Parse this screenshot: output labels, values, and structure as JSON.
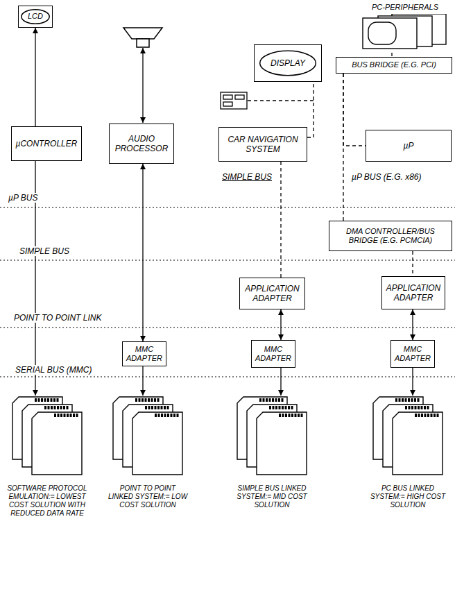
{
  "diagram": {
    "nodes": [
      {
        "text": [
          "LCD"
        ]
      },
      {
        "text": [
          "PC-PERIPHERALS"
        ]
      },
      {
        "text": [
          "DISPLAY"
        ]
      },
      {
        "text": [
          "BUS BRIDGE (E.G. PCI)"
        ]
      },
      {
        "text": [
          "µCONTROLLER"
        ]
      },
      {
        "text": [
          "AUDIO PROCESSOR"
        ]
      },
      {
        "text": [
          "CAR NAVIGATION SYSTEM"
        ]
      },
      {
        "text": [
          "µP"
        ]
      },
      {
        "text": [
          "DMA CONTROLLER/BUS BRIDGE (E.G. PCMCIA)"
        ]
      },
      {
        "text": [
          "APPLICATION ADAPTER"
        ]
      },
      {
        "text": [
          "APPLICATION ADAPTER"
        ]
      },
      {
        "text": [
          "MMC ADAPTER"
        ]
      },
      {
        "text": [
          "MMC ADAPTER"
        ]
      },
      {
        "text": [
          "MMC ADAPTER"
        ]
      },
      {
        "text": [
          "SOFTWARE PROTOCOL EMULATION:= LOWEST COST SOLUTION WITH REDUCED DATA RATE"
        ]
      },
      {
        "text": [
          "POINT TO POINT LINKED SYSTEM:= LOW COST SOLUTION"
        ]
      },
      {
        "text": [
          "SIMPLE BUS LINKED SYSTEM:= MID COST SOLUTION"
        ]
      },
      {
        "text": [
          "PC BUS LINKED SYSTEM:= HIGH COST SOLUTION"
        ]
      }
    ],
    "edges": [
      {
        "from": 4,
        "to": 0,
        "arrow": "to"
      },
      {
        "from": 4,
        "to": 14,
        "arrow": "to"
      },
      {
        "from": 5,
        "to": 11,
        "arrow": "both"
      },
      {
        "from": 11,
        "to": 15,
        "arrow": "to"
      },
      {
        "from": 6,
        "to": 2,
        "arrow": "none"
      },
      {
        "from": 6,
        "to": 9,
        "arrow": "none"
      },
      {
        "from": 9,
        "to": 12,
        "arrow": "both"
      },
      {
        "from": 12,
        "to": 16,
        "arrow": "to"
      },
      {
        "from": 1,
        "to": 3,
        "arrow": "none"
      },
      {
        "from": 3,
        "to": 7,
        "arrow": "none"
      },
      {
        "from": 3,
        "to": 8,
        "arrow": "none"
      },
      {
        "from": 8,
        "to": 10,
        "arrow": "none"
      },
      {
        "from": 10,
        "to": 13,
        "arrow": "both"
      },
      {
        "from": 13,
        "to": 17,
        "arrow": "to"
      }
    ],
    "labels": [
      "SIMPLE BUS",
      "µP BUS (E.G. x86)",
      "µP BUS",
      "SIMPLE BUS",
      "POINT TO POINT LINK",
      "SERIAL BUS (MMC)"
    ]
  }
}
